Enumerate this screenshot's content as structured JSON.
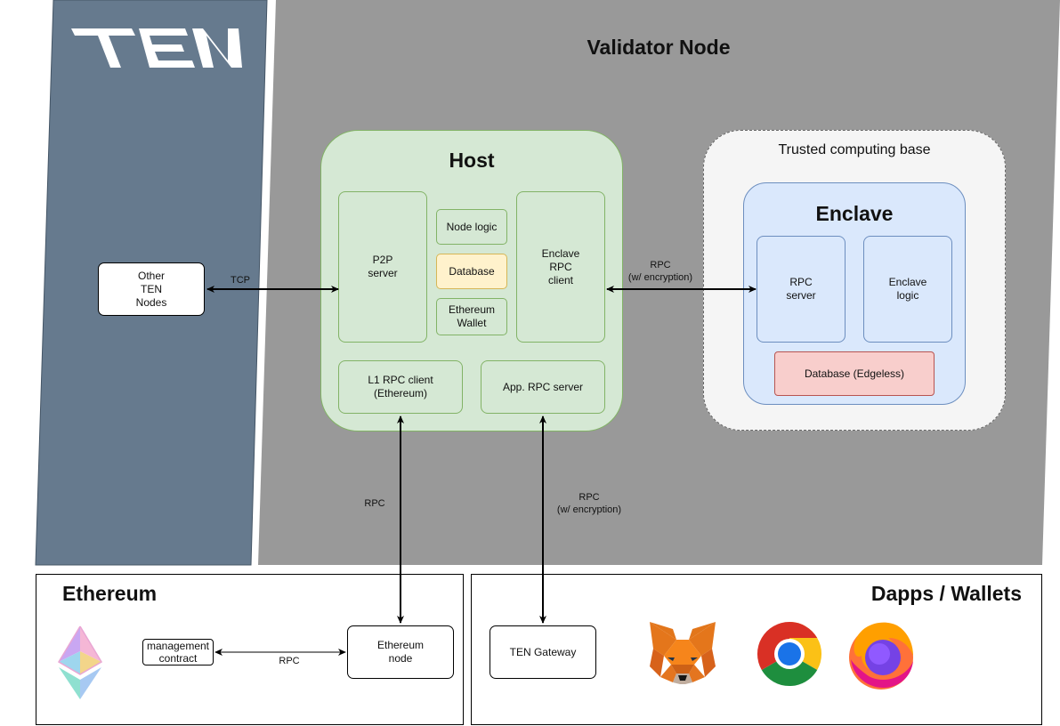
{
  "logo": {
    "text": "TEN"
  },
  "validator": {
    "title": "Validator Node"
  },
  "host": {
    "title": "Host",
    "p2p_server": "P2P\nserver",
    "node_logic": "Node logic",
    "database": "Database",
    "ethereum_wallet": "Ethereum\nWallet",
    "enclave_rpc_client": "Enclave\nRPC\nclient",
    "l1_rpc_client": "L1 RPC client\n(Ethereum)",
    "app_rpc_server": "App. RPC server"
  },
  "other_nodes": "Other\nTEN\nNodes",
  "tcb": {
    "title": "Trusted computing base"
  },
  "enclave": {
    "title": "Enclave",
    "rpc_server": "RPC\nserver",
    "logic": "Enclave\nlogic",
    "database": "Database (Edgeless)"
  },
  "connections": {
    "tcp": "TCP",
    "rpc_encrypted_enclave": "RPC\n(w/ encryption)",
    "rpc_l1": "RPC",
    "rpc_encrypted_gateway": "RPC\n(w/ encryption)",
    "rpc_contract": "RPC"
  },
  "ethereum_panel": {
    "title": "Ethereum",
    "management_contract": "management\ncontract",
    "ethereum_node": "Ethereum\nnode"
  },
  "dapps_panel": {
    "title": "Dapps / Wallets",
    "gateway": "TEN Gateway"
  },
  "icons": [
    "ethereum-logo-icon",
    "metamask-fox-icon",
    "chrome-icon",
    "firefox-icon"
  ],
  "colors": {
    "ten_panel": "#667a8e",
    "validator_panel": "#999999",
    "host_fill": "#d5e8d4",
    "host_border": "#82b366",
    "database_fill": "#fff2cc",
    "tcb_fill": "#f5f5f5",
    "enclave_fill": "#dae8fc",
    "edgeless_db_fill": "#f8cecc"
  }
}
